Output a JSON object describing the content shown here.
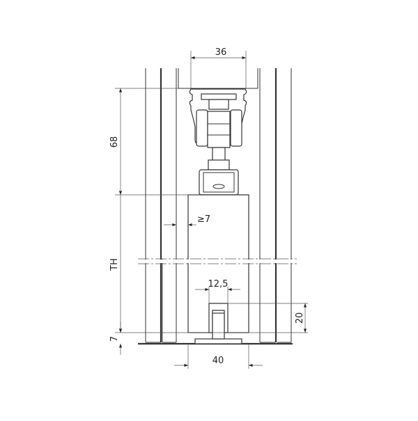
{
  "dimensions": {
    "track_width": "36",
    "track_height": "68",
    "wall_gap": "≥7",
    "door_height": "TH",
    "guide_width": "12,5",
    "guide_height": "20",
    "floor_gap": "7",
    "door_thickness": "40"
  }
}
